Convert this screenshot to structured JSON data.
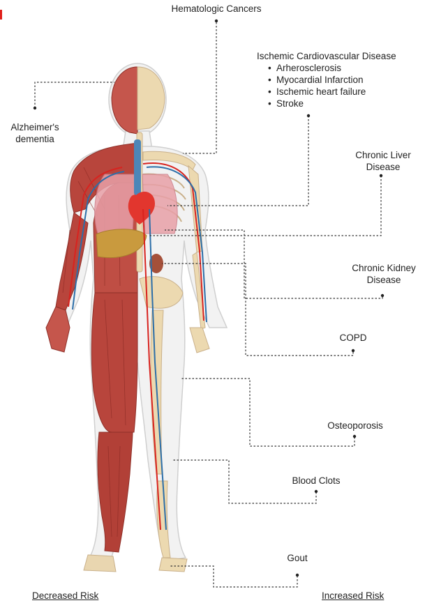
{
  "labels": {
    "hematologic": "Hematologic Cancers",
    "ischemic_title": "Ischemic Cardiovascular Disease",
    "ischemic_items": [
      "Arherosclerosis",
      "Myocardial Infarction",
      "Ischemic heart failure",
      "Stroke"
    ],
    "alz_line1": "Alzheimer's",
    "alz_line2": "dementia",
    "liver_line1": "Chronic Liver",
    "liver_line2": "Disease",
    "kidney_line1": "Chronic Kidney",
    "kidney_line2": "Disease",
    "copd": "COPD",
    "osteoporosis": "Osteoporosis",
    "blood_clots": "Blood Clots",
    "gout": "Gout"
  },
  "footer": {
    "decreased": "Decreased Risk",
    "increased": "Increased Risk"
  },
  "colors": {
    "muscle": "#b8453c",
    "muscle_dark": "#8e2f28",
    "bone": "#ecd9b0",
    "skin_outline": "#d9d9d9",
    "artery": "#d8231f",
    "vein": "#2c6ea8",
    "lung": "#e8a0a8",
    "liver": "#c99a3e",
    "accent_red": "#e0201b"
  }
}
